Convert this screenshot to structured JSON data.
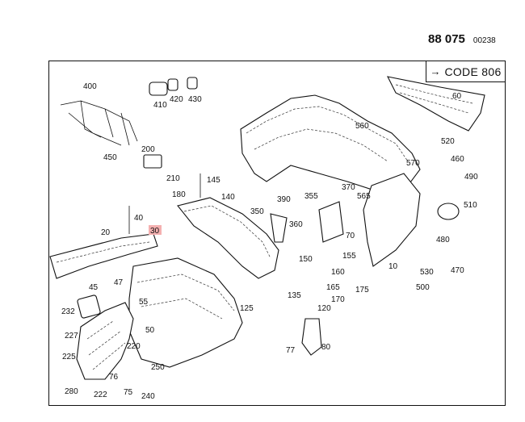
{
  "header": {
    "doc_number": "88 075",
    "doc_sub": "00238"
  },
  "code_box": {
    "arrow": "→",
    "label": "CODE 806"
  },
  "callouts": [
    {
      "id": "c400",
      "text": "400"
    },
    {
      "id": "c410",
      "text": "410"
    },
    {
      "id": "c420",
      "text": "420"
    },
    {
      "id": "c430",
      "text": "430"
    },
    {
      "id": "c450",
      "text": "450"
    },
    {
      "id": "c200",
      "text": "200"
    },
    {
      "id": "c210",
      "text": "210"
    },
    {
      "id": "c180",
      "text": "180"
    },
    {
      "id": "c145",
      "text": "145"
    },
    {
      "id": "c140",
      "text": "140"
    },
    {
      "id": "c40",
      "text": "40"
    },
    {
      "id": "c20",
      "text": "20"
    },
    {
      "id": "c30",
      "text": "30",
      "highlighted": true
    },
    {
      "id": "c45",
      "text": "45"
    },
    {
      "id": "c47",
      "text": "47"
    },
    {
      "id": "c232",
      "text": "232"
    },
    {
      "id": "c227",
      "text": "227"
    },
    {
      "id": "c225",
      "text": "225"
    },
    {
      "id": "c280",
      "text": "280"
    },
    {
      "id": "c222",
      "text": "222"
    },
    {
      "id": "c75",
      "text": "75"
    },
    {
      "id": "c76",
      "text": "76"
    },
    {
      "id": "c240",
      "text": "240"
    },
    {
      "id": "c250",
      "text": "250"
    },
    {
      "id": "c220",
      "text": "220"
    },
    {
      "id": "c50",
      "text": "50"
    },
    {
      "id": "c55",
      "text": "55"
    },
    {
      "id": "c125",
      "text": "125"
    },
    {
      "id": "c135",
      "text": "135"
    },
    {
      "id": "c350",
      "text": "350"
    },
    {
      "id": "c390",
      "text": "390"
    },
    {
      "id": "c360",
      "text": "360"
    },
    {
      "id": "c355",
      "text": "355"
    },
    {
      "id": "c370",
      "text": "370"
    },
    {
      "id": "c150",
      "text": "150"
    },
    {
      "id": "c160",
      "text": "160"
    },
    {
      "id": "c155",
      "text": "155"
    },
    {
      "id": "c165",
      "text": "165"
    },
    {
      "id": "c175",
      "text": "175"
    },
    {
      "id": "c170",
      "text": "170"
    },
    {
      "id": "c120",
      "text": "120"
    },
    {
      "id": "c77",
      "text": "77"
    },
    {
      "id": "c80",
      "text": "80"
    },
    {
      "id": "c70",
      "text": "70"
    },
    {
      "id": "c565",
      "text": "565"
    },
    {
      "id": "c10",
      "text": "10"
    },
    {
      "id": "c510",
      "text": "510"
    },
    {
      "id": "c490",
      "text": "490"
    },
    {
      "id": "c460",
      "text": "460"
    },
    {
      "id": "c520",
      "text": "520"
    },
    {
      "id": "c570",
      "text": "570"
    },
    {
      "id": "c560",
      "text": "560"
    },
    {
      "id": "c60",
      "text": "60"
    },
    {
      "id": "c480",
      "text": "480"
    },
    {
      "id": "c530",
      "text": "530"
    },
    {
      "id": "c470",
      "text": "470"
    },
    {
      "id": "c500",
      "text": "500"
    }
  ],
  "colors": {
    "line": "#111111",
    "highlight": "#f4b0b0"
  }
}
